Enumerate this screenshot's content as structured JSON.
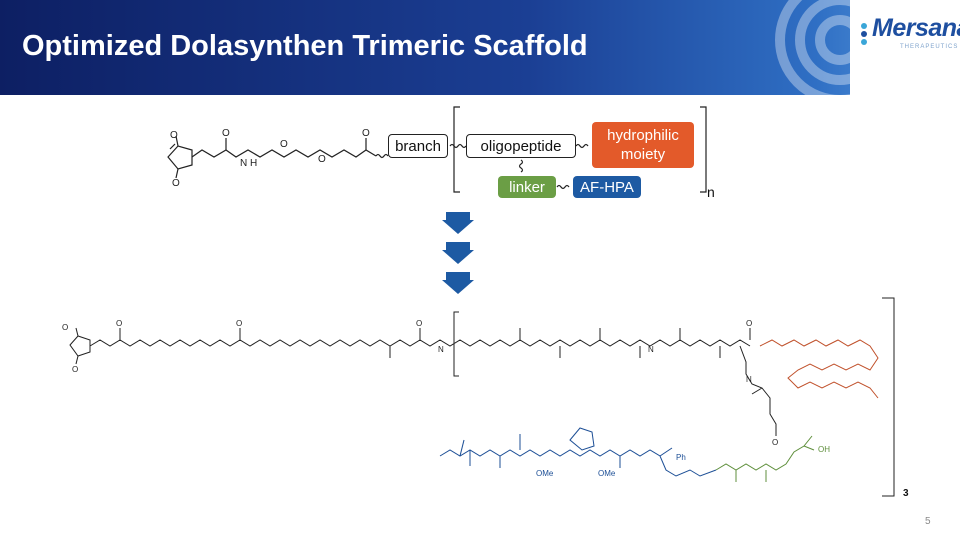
{
  "slide": {
    "title": "Optimized Dolasynthen Trimeric Scaffold",
    "page_number": "5"
  },
  "logo": {
    "name": "Mersana",
    "tagline": "THERAPEUTICS"
  },
  "scheme": {
    "blocks": {
      "branch": "branch",
      "oligopeptide": "oligopeptide",
      "hydrophilic": "hydrophilic moiety",
      "linker": "linker",
      "payload": "AF-HPA"
    },
    "repeat_top": "n",
    "repeat_bottom": "3"
  },
  "structure_labels": {
    "o": "O",
    "n": "N",
    "nh": "N H",
    "ome": "OMe",
    "ph": "Ph",
    "oh": "OH",
    "h": "H"
  },
  "colors": {
    "header_dark": "#0d1f63",
    "hydrophilic": "#e35a2a",
    "linker": "#6b9e45",
    "payload": "#1d5aa3",
    "arrow": "#1d5aa3"
  }
}
